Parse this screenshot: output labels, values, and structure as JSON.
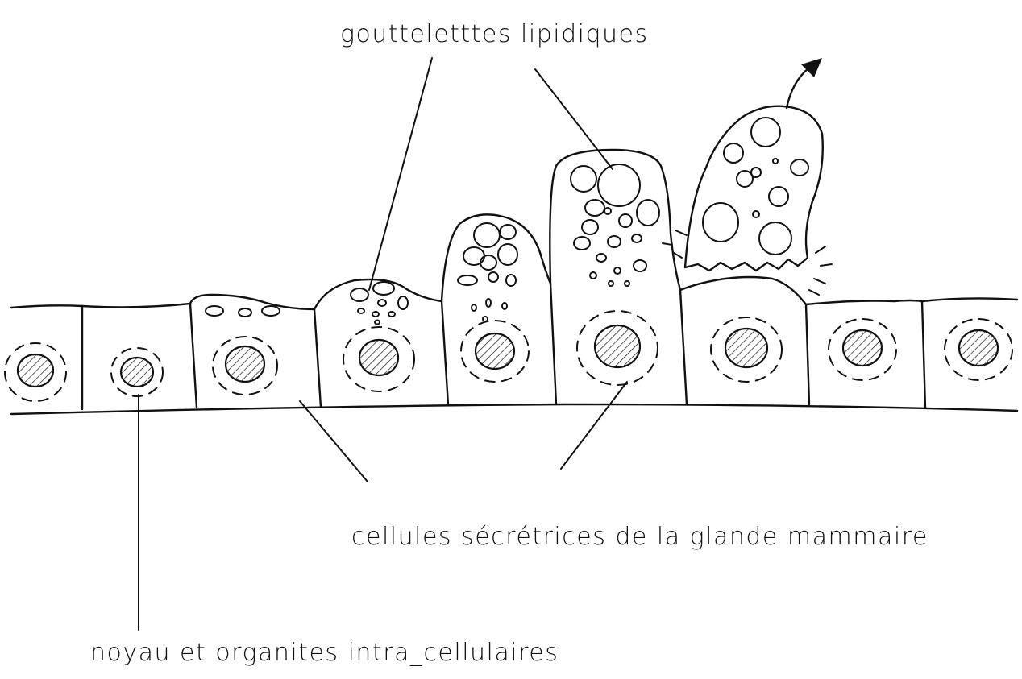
{
  "labels": {
    "lipid_droplets": "goutteletttes lipidiques",
    "secretory_cells": "cellules sécrétrices de la glande mammaire",
    "nucleus_organelles": "noyau et organites intra_cellulaires"
  },
  "colors": {
    "ink": "#111111",
    "background": "#ffffff"
  }
}
